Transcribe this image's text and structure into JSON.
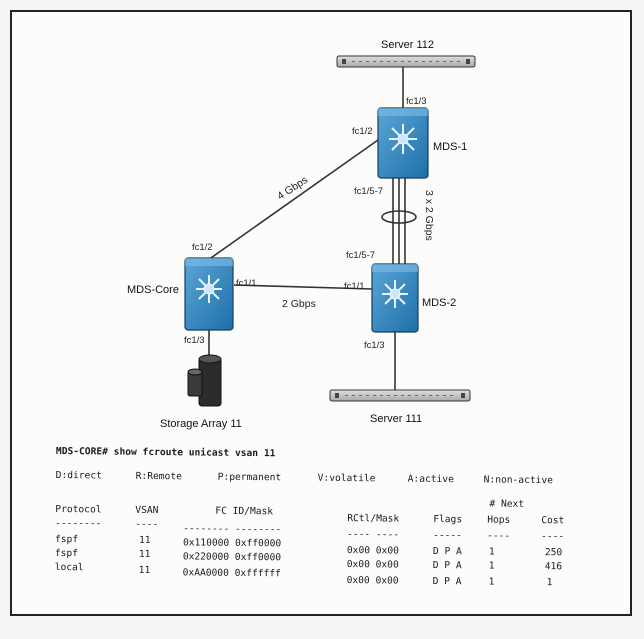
{
  "diagram": {
    "devices": {
      "server_112": "Server 112",
      "server_111": "Server 111",
      "mds_1": "MDS-1",
      "mds_2": "MDS-2",
      "mds_core": "MDS-Core",
      "storage": "Storage Array 11"
    },
    "ports": {
      "mds1_fc1_3": "fc1/3",
      "mds1_fc1_2": "fc1/2",
      "mds1_fc1_5_7": "fc1/5-7",
      "mds2_fc1_5_7": "fc1/5-7",
      "mds2_fc1_1": "fc1/1",
      "mds2_fc1_3": "fc1/3",
      "core_fc1_2": "fc1/2",
      "core_fc1_1": "fc1/1",
      "core_fc1_3": "fc1/3"
    },
    "links": {
      "core_mds1": "4 Gbps",
      "core_mds2": "2 Gbps",
      "mds1_mds2": "3 x 2 Gbps"
    }
  },
  "cli": {
    "command": "MDS-CORE# show fcroute unicast vsan 11",
    "legend": [
      "D:direct",
      "R:Remote",
      "P:permanent",
      "V:volatile",
      "A:active",
      "N:non-active"
    ],
    "headers": {
      "protocol": "Protocol",
      "vsan": "VSAN",
      "fcid_mask": "FC ID/Mask",
      "rctl_mask": "RCtl/Mask",
      "flags": "Flags",
      "hops_top": "# Next",
      "hops": "Hops",
      "cost": "Cost"
    },
    "separators": {
      "protocol": "--------",
      "vsan": "----",
      "fcid": "-------- --------",
      "rctl": "---- ----",
      "flags": "-----",
      "hops": "----",
      "cost": "----"
    },
    "rows": [
      {
        "protocol": "fspf",
        "vsan": "11",
        "fcid": "0x110000 0xff0000",
        "rctl": "0x00 0x00",
        "flags": "D P A",
        "hops": "1",
        "cost": "250"
      },
      {
        "protocol": "fspf",
        "vsan": "11",
        "fcid": "0x220000 0xff0000",
        "rctl": "0x00 0x00",
        "flags": "D P A",
        "hops": "1",
        "cost": "416"
      },
      {
        "protocol": "local",
        "vsan": "11",
        "fcid": "0xAA0000 0xffffff",
        "rctl": "0x00 0x00",
        "flags": "D P A",
        "hops": "1",
        "cost": "1"
      }
    ]
  }
}
